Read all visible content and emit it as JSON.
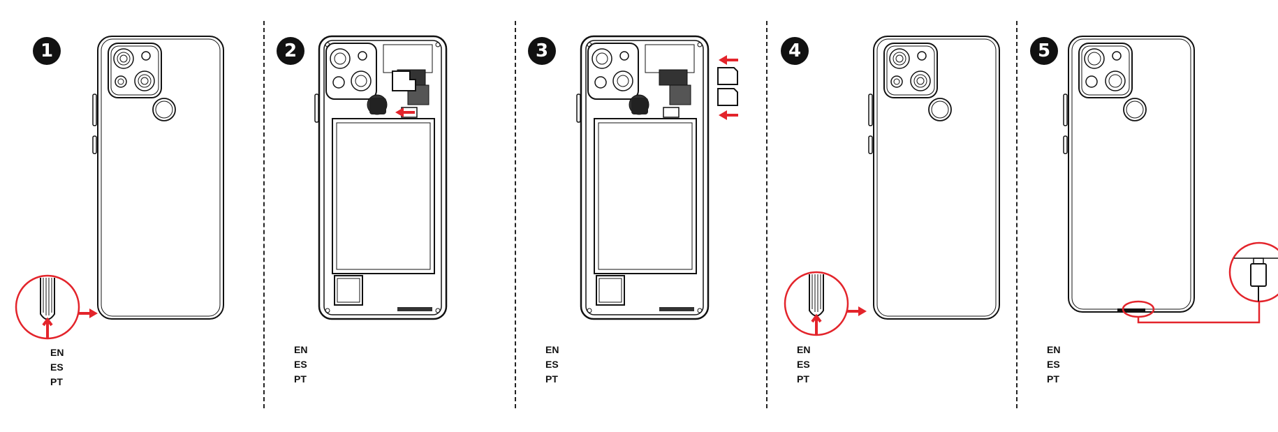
{
  "colors": {
    "accent_red": "#e3242b",
    "ink": "#111111"
  },
  "steps": [
    {
      "number": "1",
      "illustration": "open-back-cover",
      "languages": [
        "EN",
        "ES",
        "PT"
      ]
    },
    {
      "number": "2",
      "illustration": "insert-memory-card",
      "languages": [
        "EN",
        "ES",
        "PT"
      ]
    },
    {
      "number": "3",
      "illustration": "insert-sim-cards",
      "languages": [
        "EN",
        "ES",
        "PT"
      ]
    },
    {
      "number": "4",
      "illustration": "close-back-cover",
      "languages": [
        "EN",
        "ES",
        "PT"
      ]
    },
    {
      "number": "5",
      "illustration": "charge-phone",
      "languages": [
        "EN",
        "ES",
        "PT"
      ]
    }
  ],
  "icons": [
    "phone-back-icon",
    "phone-open-icon",
    "arrow-icon",
    "fingernail-icon",
    "memory-card-icon",
    "sim-card-icon",
    "usb-cable-icon"
  ]
}
